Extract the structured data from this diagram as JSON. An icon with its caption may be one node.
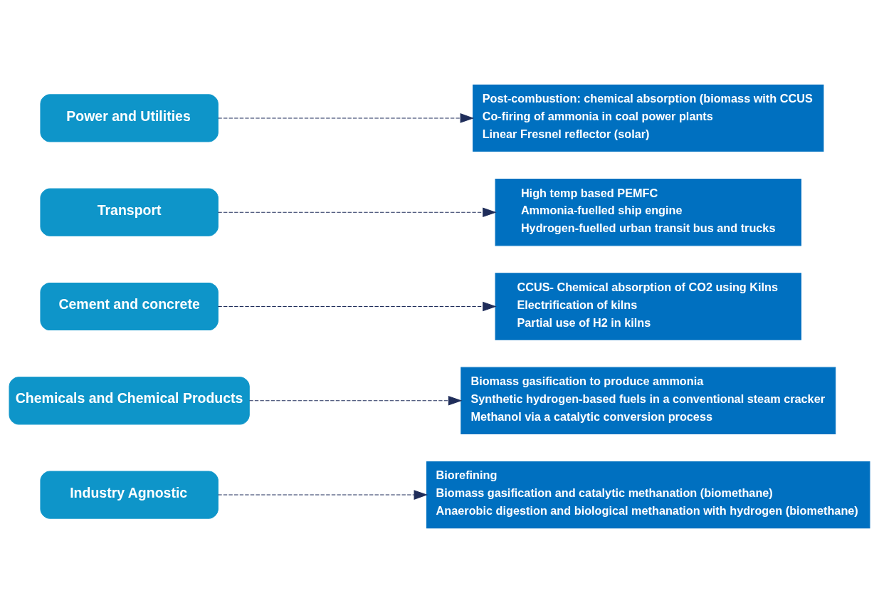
{
  "diagram": {
    "nodes": [
      {
        "text": [
          "Power and Utilities"
        ]
      },
      {
        "text": [
          "Post-combustion: chemical absorption (biomass with CCUS",
          "Co-firing of ammonia in coal power plants",
          "Linear Fresnel reflector (solar)"
        ]
      },
      {
        "text": [
          "Transport"
        ]
      },
      {
        "text": [
          "High temp based PEMFC",
          "Ammonia-fuelled ship engine",
          "Hydrogen-fuelled urban transit bus and trucks"
        ]
      },
      {
        "text": [
          "Cement and concrete"
        ]
      },
      {
        "text": [
          "CCUS- Chemical absorption of CO2 using Kilns",
          "Electrification of kilns",
          "Partial use of H2 in kilns"
        ]
      },
      {
        "text": [
          "Chemicals and Chemical Products"
        ]
      },
      {
        "text": [
          "Biomass gasification to produce ammonia",
          "Synthetic hydrogen-based fuels in a conventional steam cracker",
          "Methanol via a catalytic conversion process"
        ]
      },
      {
        "text": [
          "Industry Agnostic"
        ]
      },
      {
        "text": [
          "Biorefining",
          "Biomass gasification and catalytic methanation (biomethane)",
          "Anaerobic digestion and biological methanation with hydrogen (biomethane)"
        ]
      }
    ],
    "edges": [
      {
        "from": 0,
        "to": 1,
        "arrow": "to",
        "style": "dashed"
      },
      {
        "from": 2,
        "to": 3,
        "arrow": "to",
        "style": "dashed"
      },
      {
        "from": 4,
        "to": 5,
        "arrow": "to",
        "style": "dashed"
      },
      {
        "from": 6,
        "to": 7,
        "arrow": "to",
        "style": "dashed"
      },
      {
        "from": 8,
        "to": 9,
        "arrow": "to",
        "style": "dashed"
      }
    ]
  }
}
